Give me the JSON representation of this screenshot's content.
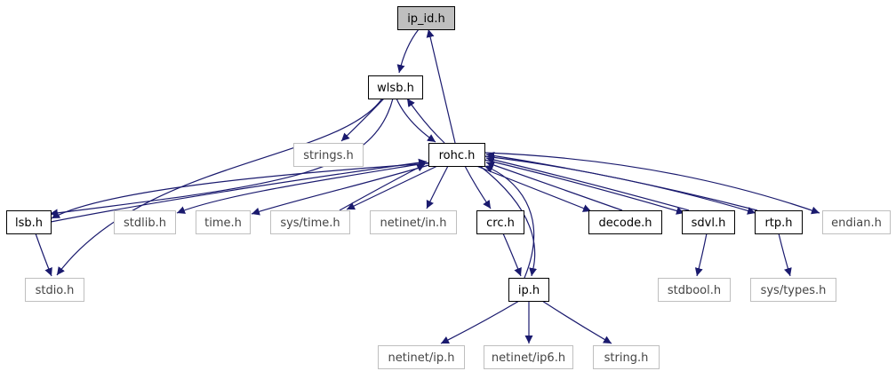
{
  "colors": {
    "edge": "#1a1a6e",
    "highlight_fill": "#bfbfbf",
    "node_border": "#000000",
    "external_border": "#bfbfbf",
    "background": "#ffffff"
  },
  "nodes": [
    {
      "id": "ip_id_h",
      "label": "ip_id.h",
      "kind": "highlight"
    },
    {
      "id": "wlsb_h",
      "label": "wlsb.h",
      "kind": "local"
    },
    {
      "id": "strings_h",
      "label": "strings.h",
      "kind": "external"
    },
    {
      "id": "rohc_h",
      "label": "rohc.h",
      "kind": "local"
    },
    {
      "id": "lsb_h",
      "label": "lsb.h",
      "kind": "local"
    },
    {
      "id": "stdlib_h",
      "label": "stdlib.h",
      "kind": "external"
    },
    {
      "id": "time_h",
      "label": "time.h",
      "kind": "external"
    },
    {
      "id": "sys_time_h",
      "label": "sys/time.h",
      "kind": "external"
    },
    {
      "id": "netinet_in_h",
      "label": "netinet/in.h",
      "kind": "external"
    },
    {
      "id": "crc_h",
      "label": "crc.h",
      "kind": "local"
    },
    {
      "id": "decode_h",
      "label": "decode.h",
      "kind": "local"
    },
    {
      "id": "sdvl_h",
      "label": "sdvl.h",
      "kind": "local"
    },
    {
      "id": "rtp_h",
      "label": "rtp.h",
      "kind": "local"
    },
    {
      "id": "endian_h",
      "label": "endian.h",
      "kind": "external"
    },
    {
      "id": "stdio_h",
      "label": "stdio.h",
      "kind": "external"
    },
    {
      "id": "ip_h",
      "label": "ip.h",
      "kind": "local"
    },
    {
      "id": "stdbool_h",
      "label": "stdbool.h",
      "kind": "external"
    },
    {
      "id": "sys_types_h",
      "label": "sys/types.h",
      "kind": "external"
    },
    {
      "id": "netinet_ip_h",
      "label": "netinet/ip.h",
      "kind": "external"
    },
    {
      "id": "netinet_ip6_h",
      "label": "netinet/ip6.h",
      "kind": "external"
    },
    {
      "id": "string_h",
      "label": "string.h",
      "kind": "external"
    }
  ],
  "edges": [
    {
      "from": "ip_id_h",
      "to": "wlsb_h"
    },
    {
      "from": "rohc_h",
      "to": "ip_id_h"
    },
    {
      "from": "wlsb_h",
      "to": "strings_h"
    },
    {
      "from": "wlsb_h",
      "to": "rohc_h"
    },
    {
      "from": "rohc_h",
      "to": "wlsb_h"
    },
    {
      "from": "wlsb_h",
      "to": "lsb_h"
    },
    {
      "from": "wlsb_h",
      "to": "stdio_h"
    },
    {
      "from": "rohc_h",
      "to": "lsb_h"
    },
    {
      "from": "lsb_h",
      "to": "rohc_h"
    },
    {
      "from": "lsb_h",
      "to": "stdio_h"
    },
    {
      "from": "rohc_h",
      "to": "stdlib_h"
    },
    {
      "from": "rohc_h",
      "to": "time_h"
    },
    {
      "from": "rohc_h",
      "to": "sys_time_h"
    },
    {
      "from": "sys_time_h",
      "to": "rohc_h"
    },
    {
      "from": "rohc_h",
      "to": "netinet_in_h"
    },
    {
      "from": "rohc_h",
      "to": "crc_h"
    },
    {
      "from": "rohc_h",
      "to": "decode_h"
    },
    {
      "from": "decode_h",
      "to": "rohc_h"
    },
    {
      "from": "rohc_h",
      "to": "sdvl_h"
    },
    {
      "from": "sdvl_h",
      "to": "rohc_h"
    },
    {
      "from": "rohc_h",
      "to": "rtp_h"
    },
    {
      "from": "rtp_h",
      "to": "rohc_h"
    },
    {
      "from": "rohc_h",
      "to": "endian_h"
    },
    {
      "from": "rohc_h",
      "to": "ip_h"
    },
    {
      "from": "ip_h",
      "to": "rohc_h"
    },
    {
      "from": "crc_h",
      "to": "ip_h"
    },
    {
      "from": "sdvl_h",
      "to": "stdbool_h"
    },
    {
      "from": "rtp_h",
      "to": "sys_types_h"
    },
    {
      "from": "ip_h",
      "to": "netinet_ip_h"
    },
    {
      "from": "ip_h",
      "to": "netinet_ip6_h"
    },
    {
      "from": "ip_h",
      "to": "string_h"
    }
  ]
}
